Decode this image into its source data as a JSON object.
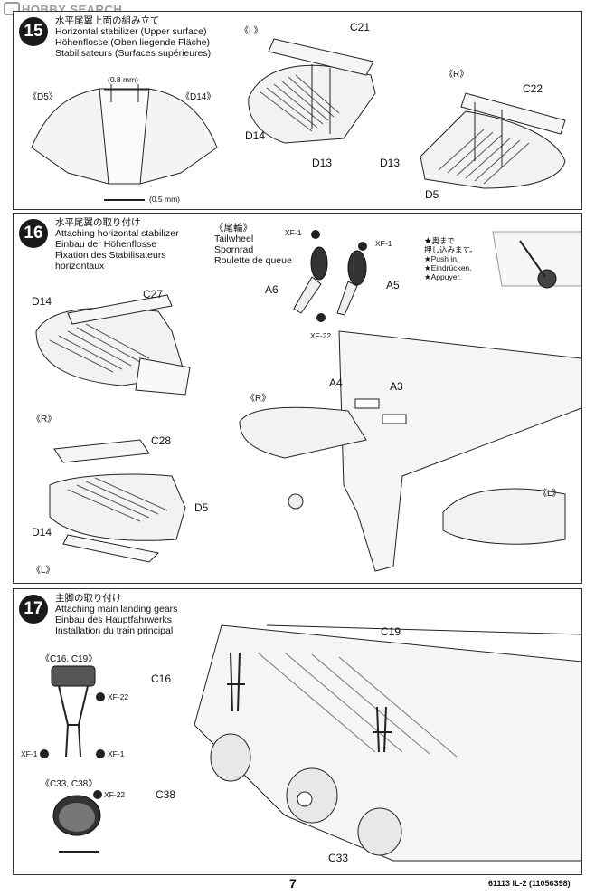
{
  "watermark": {
    "text": "HOBBY SEARCH"
  },
  "step15": {
    "number": "15",
    "titles": [
      "水平尾翼上面の組み立て",
      "Horizontal stabilizer (Upper surface)",
      "Höhenflosse (Oben liegende Fläche)",
      "Stabilisateurs (Surfaces supérieures)"
    ],
    "labels": {
      "d5": "《D5》",
      "d14": "《D14》",
      "drill_top": "(0.8 mm)",
      "drill_bottom": "(0.5 mm)",
      "left": "《L》",
      "c21": "C21",
      "d14_part": "D14",
      "d13_left": "D13",
      "right": "《R》",
      "c22": "C22",
      "d13_right": "D13",
      "d5_part": "D5"
    }
  },
  "step16": {
    "number": "16",
    "titles": [
      "水平尾翼の取り付け",
      "Attaching horizontal stabilizer",
      "Einbau der Höhenflosse",
      "Fixation des Stabilisateurs",
      "horizontaux"
    ],
    "tailwheel": [
      "《尾輪》",
      "Tailwheel",
      "Spornrad",
      "Roulette de queue"
    ],
    "paint": {
      "xf1_left": "XF-1",
      "xf1_right": "XF-1",
      "xf22": "XF-22"
    },
    "labels": {
      "a5": "A5",
      "a6": "A6",
      "d14": "D14",
      "c27": "C27",
      "right_upper": "《R》",
      "right_mid": "《R》",
      "a4": "A4",
      "a3": "A3",
      "c28": "C28",
      "d5": "D5",
      "d14_lower": "D14",
      "left_lower": "《L》",
      "left_right": "《L》"
    },
    "note": [
      "★奥まで",
      "押し込みます。",
      "★Push in.",
      "★Eindrücken.",
      "★Appuyer."
    ]
  },
  "step17": {
    "number": "17",
    "titles": [
      "主脚の取り付け",
      "Attaching main landing gears",
      "Einbau des Hauptfahrwerks",
      "Installation du train principal"
    ],
    "labels": {
      "c16_c19": "《C16, C19》",
      "xf22_top": "XF-22",
      "xf1_left": "XF-1",
      "xf1_right": "XF-1",
      "c33_c38": "《C33, C38》",
      "xf22_bottom": "XF-22",
      "c16": "C16",
      "c19": "C19",
      "c38": "C38",
      "c33": "C33"
    }
  },
  "footer": {
    "page_number": "7",
    "code": "61113 IL-2 (11056398)"
  }
}
